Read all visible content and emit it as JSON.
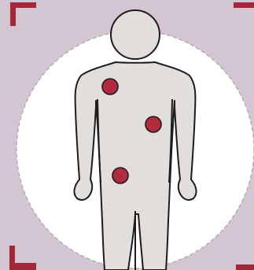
{
  "colors": {
    "background": "#d3c5d2",
    "circle_fill": "#ffffff",
    "circle_dash": "#a6a6a6",
    "figure_fill": "#e2dedc",
    "figure_stroke": "#1c1c1c",
    "marker_fill": "#b22a3e",
    "marker_stroke": "#1c1c1c",
    "corner_bracket": "#a3283a"
  },
  "figure": {
    "icon": "human-body-front-icon"
  },
  "markers": [
    {
      "name": "chest-marker",
      "icon": "red-dot-icon"
    },
    {
      "name": "abdomen-marker",
      "icon": "red-dot-icon"
    },
    {
      "name": "hip-marker",
      "icon": "red-dot-icon"
    }
  ],
  "corners": [
    "top-left",
    "top-right",
    "bottom-left",
    "bottom-right"
  ]
}
